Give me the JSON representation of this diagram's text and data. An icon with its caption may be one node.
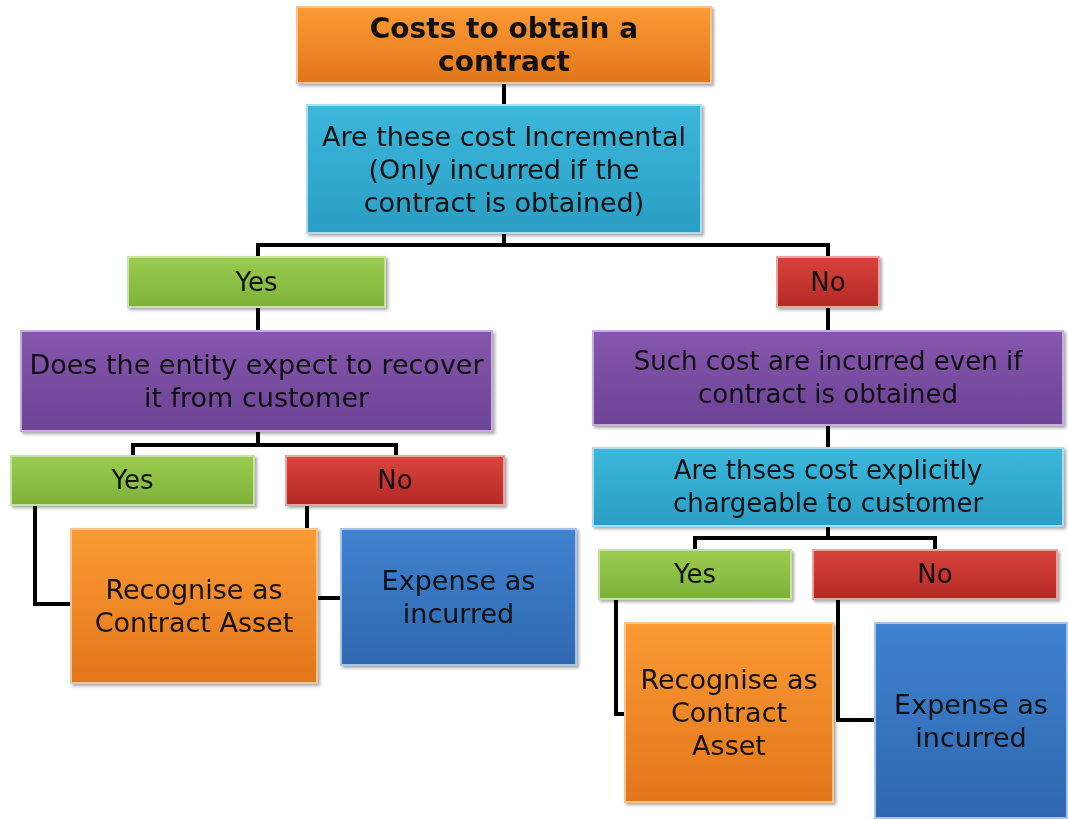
{
  "diagram": {
    "nodes": [
      {
        "text": [
          "Costs to obtain a contract"
        ]
      },
      {
        "text": [
          "Are these cost Incremental (Only incurred if the contract is obtained)"
        ]
      },
      {
        "text": [
          "Yes"
        ]
      },
      {
        "text": [
          "No"
        ]
      },
      {
        "text": [
          "Does the entity expect to recover it from customer"
        ]
      },
      {
        "text": [
          "Such cost are incurred even if contract is obtained"
        ]
      },
      {
        "text": [
          "Are thses cost explicitly chargeable to customer"
        ]
      },
      {
        "text": [
          "Yes"
        ]
      },
      {
        "text": [
          "No"
        ]
      },
      {
        "text": [
          "Recognise as Contract Asset"
        ]
      },
      {
        "text": [
          "Expense as incurred"
        ]
      },
      {
        "text": [
          "Yes"
        ]
      },
      {
        "text": [
          "No"
        ]
      },
      {
        "text": [
          "Recognise as Contract Asset"
        ]
      },
      {
        "text": [
          "Expense as incurred"
        ]
      }
    ],
    "edges": [
      {
        "from": 0,
        "to": 1,
        "arrow": "none"
      },
      {
        "from": 1,
        "to": 2,
        "arrow": "none"
      },
      {
        "from": 1,
        "to": 3,
        "arrow": "none"
      },
      {
        "from": 2,
        "to": 4,
        "arrow": "none"
      },
      {
        "from": 3,
        "to": 5,
        "arrow": "none"
      },
      {
        "from": 4,
        "to": 7,
        "arrow": "none"
      },
      {
        "from": 4,
        "to": 8,
        "arrow": "none"
      },
      {
        "from": 5,
        "to": 6,
        "arrow": "none"
      },
      {
        "from": 6,
        "to": 11,
        "arrow": "none"
      },
      {
        "from": 6,
        "to": 12,
        "arrow": "none"
      },
      {
        "from": 7,
        "to": 9,
        "arrow": "none"
      },
      {
        "from": 8,
        "to": 9,
        "arrow": "none"
      },
      {
        "from": 9,
        "to": 10,
        "arrow": "none"
      },
      {
        "from": 11,
        "to": 13,
        "arrow": "none"
      },
      {
        "from": 12,
        "to": 14,
        "arrow": "none"
      }
    ]
  }
}
